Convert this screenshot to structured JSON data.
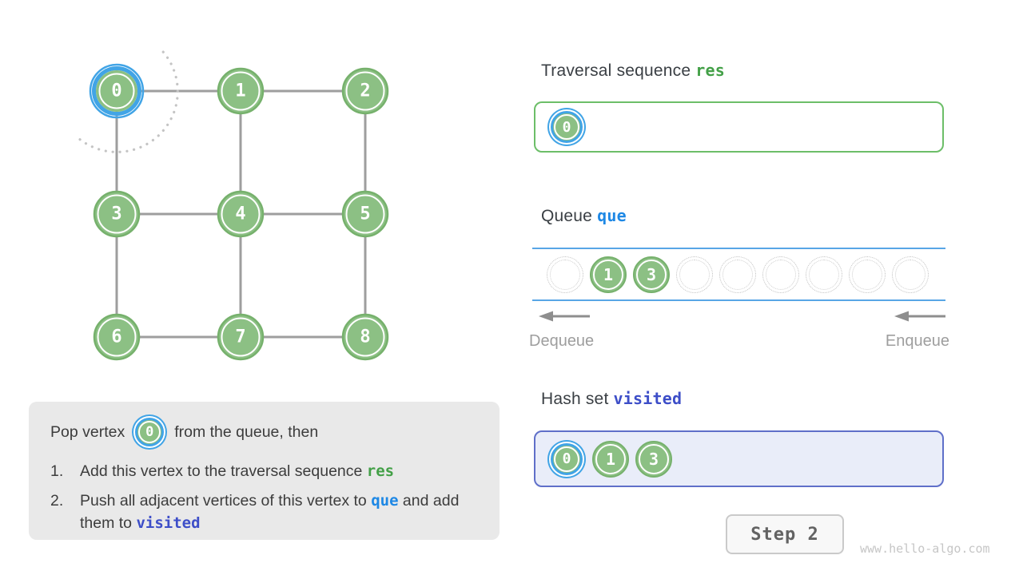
{
  "graph": {
    "vertices": [
      {
        "id": "0",
        "highlighted": true
      },
      {
        "id": "1"
      },
      {
        "id": "2"
      },
      {
        "id": "3"
      },
      {
        "id": "4"
      },
      {
        "id": "5"
      },
      {
        "id": "6"
      },
      {
        "id": "7"
      },
      {
        "id": "8"
      }
    ],
    "edges": [
      [
        0,
        1
      ],
      [
        1,
        2
      ],
      [
        3,
        4
      ],
      [
        4,
        5
      ],
      [
        6,
        7
      ],
      [
        7,
        8
      ],
      [
        0,
        3
      ],
      [
        3,
        6
      ],
      [
        1,
        4
      ],
      [
        4,
        7
      ],
      [
        2,
        5
      ],
      [
        5,
        8
      ]
    ]
  },
  "panel": {
    "traversal": {
      "title": "Traversal sequence ",
      "var": "res",
      "items": [
        {
          "id": "0",
          "highlighted": true
        }
      ]
    },
    "queue": {
      "title": "Queue ",
      "var": "que",
      "slots": [
        null,
        {
          "id": "1"
        },
        {
          "id": "3"
        },
        null,
        null,
        null,
        null,
        null,
        null
      ],
      "dequeue_label": "Dequeue",
      "enqueue_label": "Enqueue"
    },
    "hashset": {
      "title": "Hash set ",
      "var": "visited",
      "items": [
        {
          "id": "0",
          "highlighted": true
        },
        {
          "id": "1"
        },
        {
          "id": "3"
        }
      ]
    }
  },
  "note": {
    "intro": [
      {
        "text": "Pop vertex"
      },
      {
        "badge": "0",
        "highlighted": true
      },
      {
        "text": "from the queue, then"
      }
    ],
    "items": [
      {
        "marker": "1.",
        "segments": [
          {
            "text": "Add this vertex to the traversal sequence "
          },
          {
            "code": "res",
            "colorClass": "green"
          }
        ]
      },
      {
        "marker": "2.",
        "segments": [
          {
            "text": "Push all adjacent vertices of this vertex to "
          },
          {
            "code": "que",
            "colorClass": "blue"
          },
          {
            "text": " and add them to "
          },
          {
            "code": "visited",
            "colorClass": "indigo"
          }
        ]
      }
    ]
  },
  "step": {
    "label": "Step 2"
  },
  "watermark": "www.hello-algo.com",
  "colors": {
    "vertex_green": "#8CC084",
    "vertex_border": "#76B16C",
    "highlight_blue": "#41A4E6",
    "edge_gray": "#9E9E9E",
    "queue_line_blue": "#58A6E6",
    "res_green": "#43A047",
    "que_blue": "#1E88E5",
    "visited_indigo": "#3D4EC8"
  }
}
